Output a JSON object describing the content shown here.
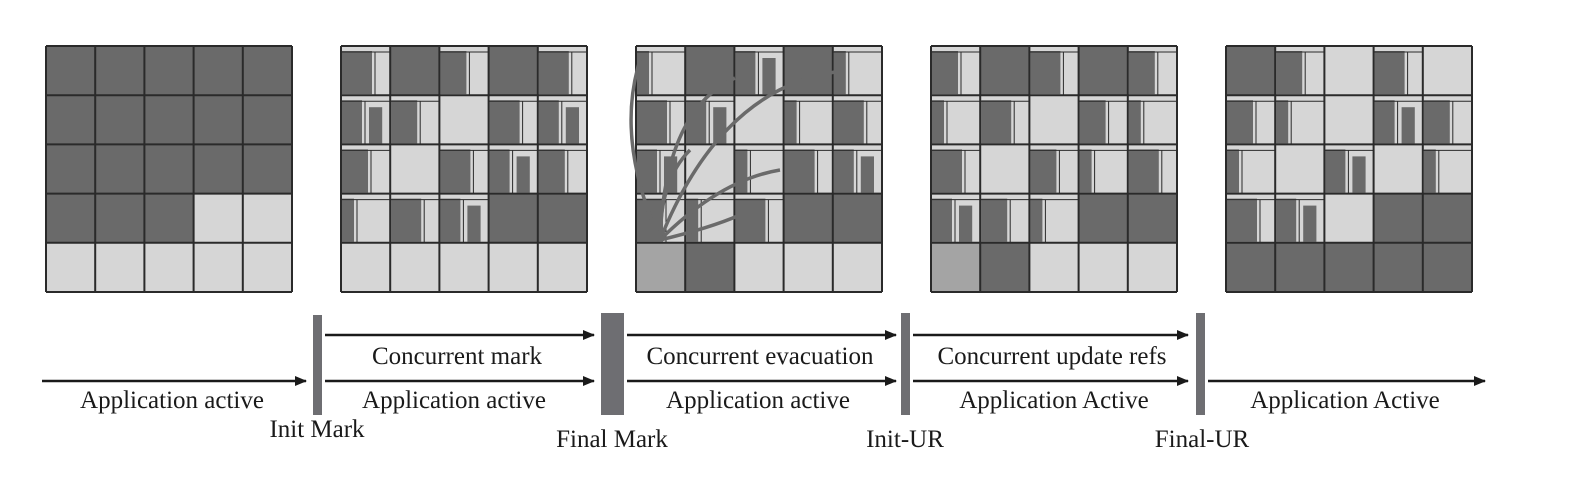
{
  "colors": {
    "live": "#6a6a6a",
    "free": "#d6d6d6",
    "cset": "#a4a4a4",
    "grid": "#2a2a2a",
    "arrow": "#1a1a1a",
    "pause_bar": "#6e6e72",
    "evac_line": "#6a6a6a"
  },
  "heaps": [
    {
      "name": "heap-initial",
      "cells": [
        [
          "L",
          "L",
          "L",
          "L",
          "L"
        ],
        [
          "L",
          "L",
          "L",
          "L",
          "L"
        ],
        [
          "L",
          "L",
          "L",
          "L",
          "L"
        ],
        [
          "L",
          "L",
          "L",
          "F",
          "F"
        ],
        [
          "F",
          "F",
          "F",
          "F",
          "F"
        ]
      ]
    },
    {
      "name": "heap-marked",
      "cells": [
        [
          "M",
          "L",
          "M",
          "L",
          "M"
        ],
        [
          "M",
          "M",
          "F",
          "M",
          "M"
        ],
        [
          "M",
          "F",
          "M",
          "M",
          "M"
        ],
        [
          "M",
          "M",
          "M",
          "L",
          "L"
        ],
        [
          "F",
          "F",
          "F",
          "F",
          "F"
        ]
      ]
    },
    {
      "name": "heap-evacuation",
      "cells": [
        [
          "M",
          "L",
          "M",
          "L",
          "M"
        ],
        [
          "M",
          "M",
          "F",
          "M",
          "M"
        ],
        [
          "M",
          "F",
          "M",
          "M",
          "M"
        ],
        [
          "M",
          "M",
          "M",
          "L",
          "L"
        ],
        [
          "C",
          "L",
          "F",
          "F",
          "F"
        ]
      ],
      "evacuation_arrows": true
    },
    {
      "name": "heap-update-refs",
      "cells": [
        [
          "M",
          "L",
          "M",
          "L",
          "M"
        ],
        [
          "M",
          "M",
          "F",
          "M",
          "M"
        ],
        [
          "M",
          "F",
          "M",
          "M",
          "M"
        ],
        [
          "M",
          "M",
          "M",
          "L",
          "L"
        ],
        [
          "C",
          "L",
          "F",
          "F",
          "F"
        ]
      ]
    },
    {
      "name": "heap-final",
      "cells": [
        [
          "L",
          "M",
          "F",
          "M",
          "F"
        ],
        [
          "M",
          "M",
          "F",
          "M",
          "M"
        ],
        [
          "M",
          "F",
          "M",
          "F",
          "M"
        ],
        [
          "M",
          "M",
          "F",
          "L",
          "L"
        ],
        [
          "L",
          "L",
          "L",
          "L",
          "L"
        ]
      ]
    }
  ],
  "phases": [
    {
      "name": "phase-application-active-1",
      "top": "",
      "bottom": "Application active"
    },
    {
      "name": "phase-concurrent-mark",
      "top": "Concurrent mark",
      "bottom": "Application active"
    },
    {
      "name": "phase-concurrent-evacuation",
      "top": "Concurrent evacuation",
      "bottom": "Application active"
    },
    {
      "name": "phase-concurrent-update-refs",
      "top": "Concurrent update refs",
      "bottom": "Application Active"
    },
    {
      "name": "phase-application-active-final",
      "top": "",
      "bottom": "Application Active"
    }
  ],
  "pauses": [
    {
      "name": "pause-init-mark",
      "label": "Init Mark"
    },
    {
      "name": "pause-final-mark",
      "label": "Final Mark"
    },
    {
      "name": "pause-init-ur",
      "label": "Init-UR"
    },
    {
      "name": "pause-final-ur",
      "label": "Final-UR"
    }
  ]
}
